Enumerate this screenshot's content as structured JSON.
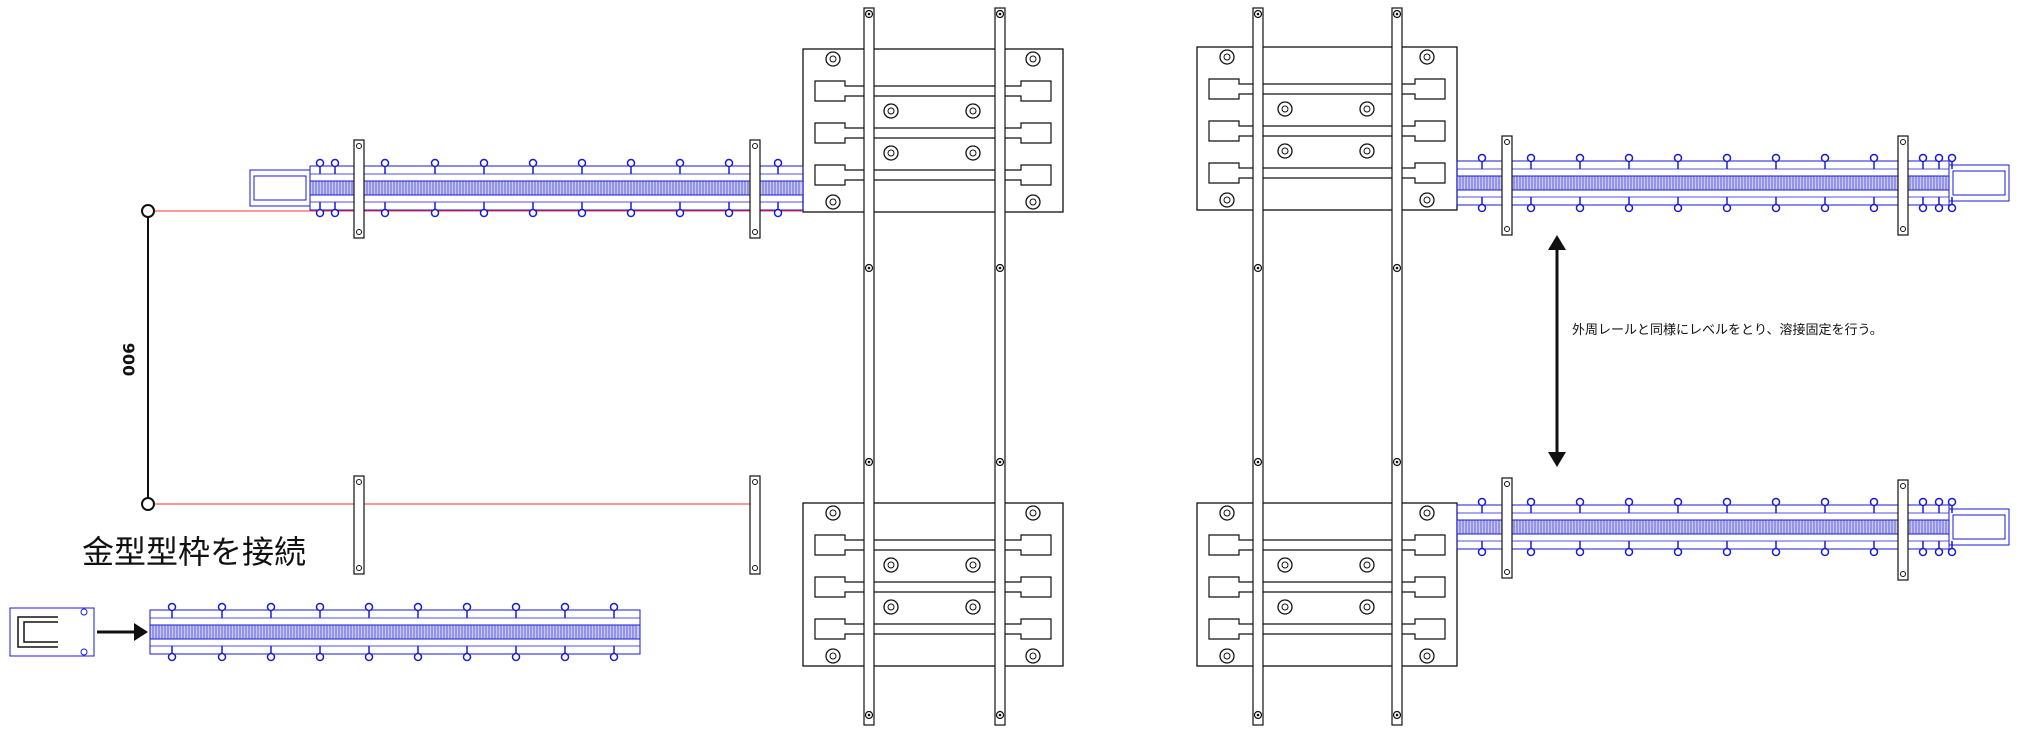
{
  "labels": {
    "connect_label": "金型型枠を接続",
    "note_label": "外周レールと同様にレベルをとり、溶接固定を行う。",
    "dimension_label": "900"
  },
  "colors": {
    "line": "#111111",
    "rail": "#1a1ad6",
    "guide": "#ff3030"
  }
}
